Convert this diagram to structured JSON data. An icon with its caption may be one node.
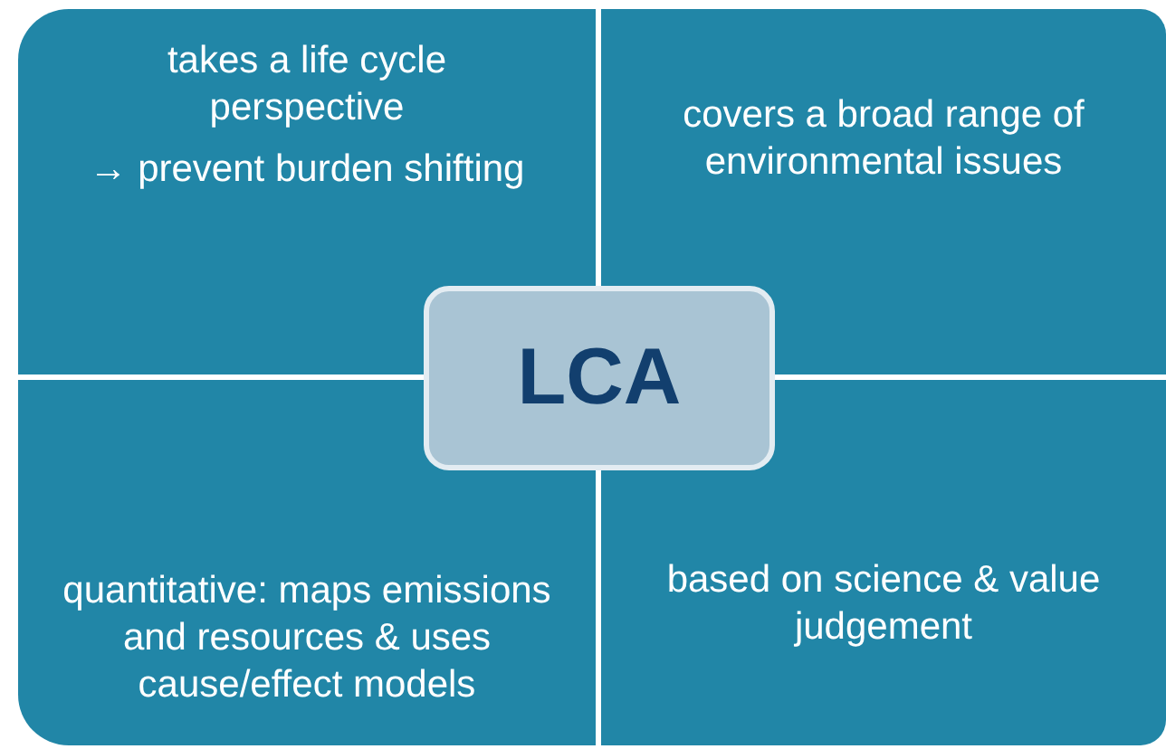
{
  "diagram": {
    "nodes": [
      {
        "text": [
          "takes a life cycle perspective",
          "→ prevent burden shifting"
        ]
      },
      {
        "text": [
          "covers a broad range of environmental issues"
        ]
      },
      {
        "text": [
          "quantitative: maps emissions and resources & uses cause/effect models"
        ]
      },
      {
        "text": [
          "based on science & value judgement"
        ]
      },
      {
        "text": [
          "LCA"
        ]
      }
    ]
  }
}
